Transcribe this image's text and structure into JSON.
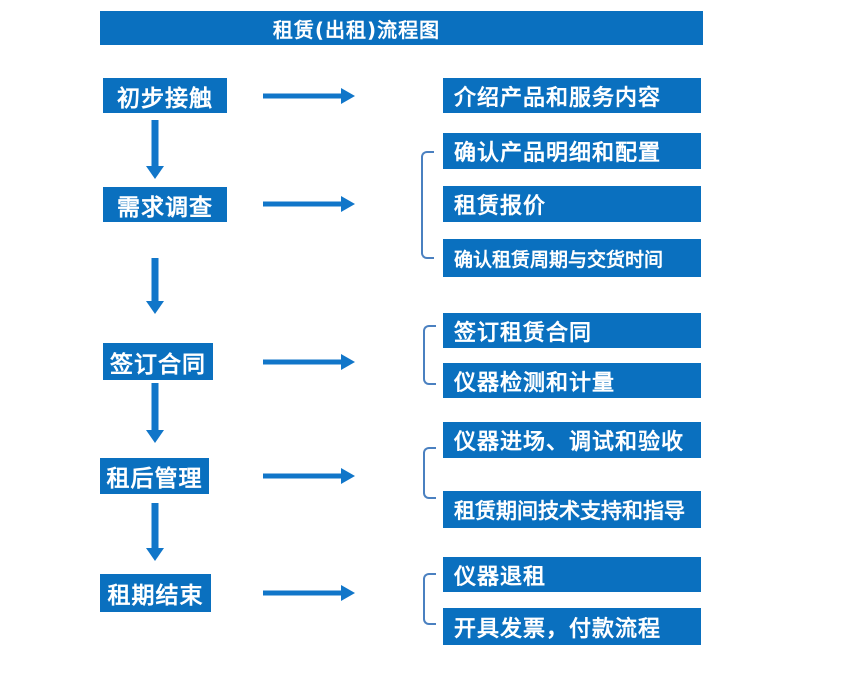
{
  "title": "租赁(出租)流程图",
  "colors": {
    "box_blue": "#0a70bf",
    "arrow_blue": "#1176c9",
    "bracket_blue": "#4a80c0",
    "text_white": "#ffffff",
    "background": "#ffffff"
  },
  "steps": [
    {
      "label": "初步接触",
      "outputs": [
        "介绍产品和服务内容"
      ]
    },
    {
      "label": "需求调查",
      "outputs": [
        "确认产品明细和配置",
        "租赁报价",
        "确认租赁周期与交货时间"
      ]
    },
    {
      "label": "签订合同",
      "outputs": [
        "签订租赁合同",
        "仪器检测和计量"
      ]
    },
    {
      "label": "租后管理",
      "outputs": [
        "仪器进场、调试和验收",
        "租赁期间技术支持和指导"
      ]
    },
    {
      "label": "租期结束",
      "outputs": [
        "仪器退租",
        "开具发票，付款流程"
      ]
    }
  ]
}
